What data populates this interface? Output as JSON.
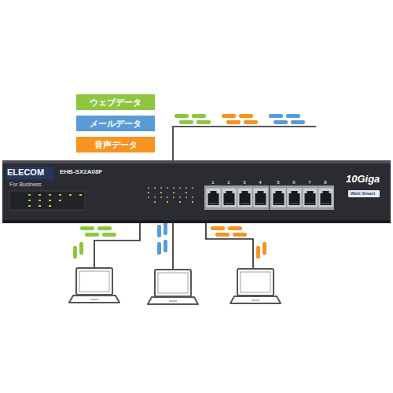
{
  "diagram": {
    "nodes": [
      {
        "text": [
          "ELECOM",
          "For Business",
          "EHB-SX2A08F",
          "10Giga",
          "Web Smart"
        ]
      }
    ],
    "labels": [
      "1",
      "2",
      "3",
      "4",
      "5",
      "6",
      "7",
      "8"
    ],
    "legend": [
      {
        "text": "ウェブデータ",
        "color": "#8dc63f"
      },
      {
        "text": "メールデータ",
        "color": "#5b9bd5"
      },
      {
        "text": "音声データ",
        "color": "#f7931e"
      }
    ]
  }
}
